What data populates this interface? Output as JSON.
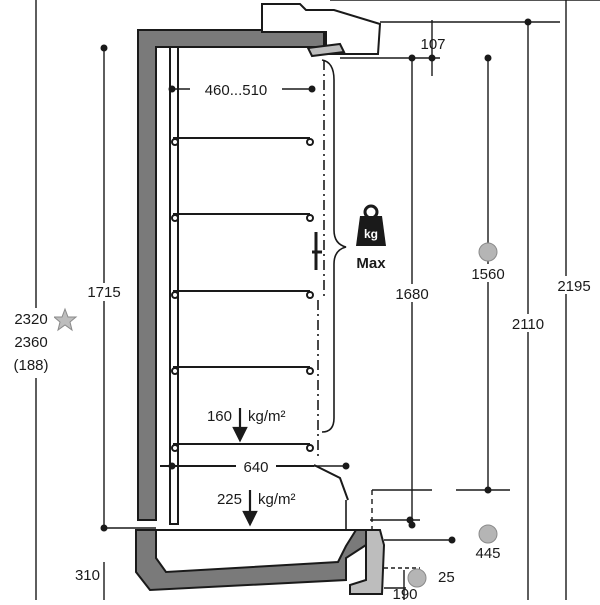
{
  "dimensions": {
    "shelf_depth": "460...510",
    "top_offset": "107",
    "inner_height": "1715",
    "total_heights": [
      "2320",
      "2360",
      "(188)"
    ],
    "shelf_span": "1680",
    "height_1560": "1560",
    "height_2110": "2110",
    "height_2195": "2195",
    "base_depth": "640",
    "base_height": "310",
    "rear_height": "445",
    "bottom_offset": "25",
    "bottom_depth": "190"
  },
  "loads": {
    "shelf_value": "160",
    "shelf_unit": "kg/m²",
    "base_value": "225",
    "base_unit": "kg/m²",
    "max_label": "Max",
    "weight_label": "kg"
  },
  "icons": {
    "star": "star-icon",
    "weight": "weight-icon",
    "height_marker": "circle-marker-icon"
  },
  "colors": {
    "outline": "#1a1a1a",
    "cabinet_fill": "#7a7a7a",
    "marker_fill": "#b5b5b5",
    "star_fill": "#bdbdbd"
  }
}
